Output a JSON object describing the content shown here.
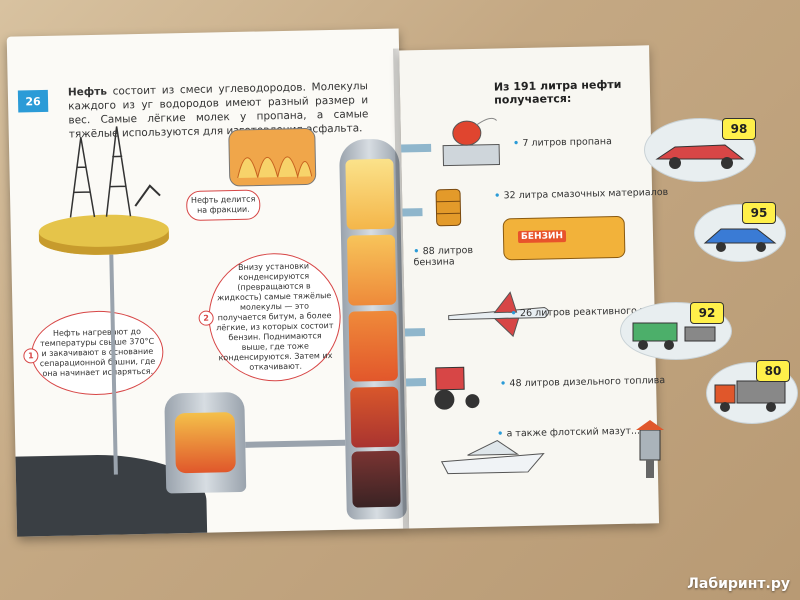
{
  "left_page": {
    "page_number": "26",
    "intro_bold": "Нефть",
    "intro_text": " состоит из смеси углеводородов. Молекулы каждого из уг водородов имеют разный размер и вес. Самые лёгкие молек у пропана, а самые тяжёлые используются для изготовления асфальта.",
    "bubble_fraction": "Нефть делится на фракции.",
    "bubble_1": "Нефть нагревают до температуры свыше 370°С и закачивают в основание сепарационной башни, где она начинает испаряться.",
    "bubble_2": "Внизу установки конденсируются (превращаются в жидкость) самые тяжёлые молекулы — это получается битум, а более лёгкие, из которых состоит бензин. Поднимаются выше, где тоже конденсируются. Затем их откачивают.",
    "step_1": "1",
    "step_2": "2"
  },
  "right_page": {
    "title": "Из 191 литра нефти получается:",
    "products": [
      {
        "text": "7 литров пропана"
      },
      {
        "text": "32 литра смазочных материалов"
      },
      {
        "text": "88 литров бензина"
      },
      {
        "text": "26 литров реактивного топлива"
      },
      {
        "text": "48 литров дизельного топлива"
      },
      {
        "text": "а также флотский мазут..."
      }
    ],
    "truck_sign": "БЕНЗИН",
    "octanes": [
      "98",
      "95",
      "92",
      "80"
    ]
  },
  "watermark": "Лабиринт.ру",
  "colors": {
    "accent_blue": "#2b9bd7",
    "bubble_red": "#d74646",
    "oil_yellow": "#e5c44a"
  }
}
